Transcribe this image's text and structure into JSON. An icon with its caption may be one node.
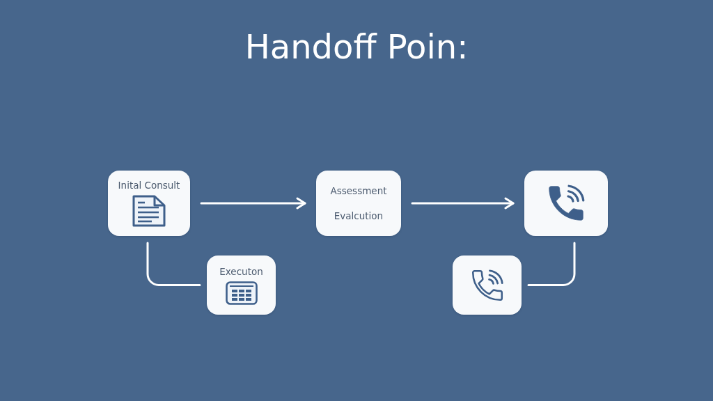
{
  "diagram": {
    "title": "Handoff Poin:",
    "nodes": [
      {
        "text": [
          "Inital Consult"
        ]
      },
      {
        "text": [
          "Assessment",
          "Evalcution"
        ]
      },
      {
        "text": [],
        "shape": "box"
      },
      {
        "text": [
          "Executon"
        ]
      },
      {
        "text": [],
        "shape": "box"
      }
    ],
    "edges": [
      {
        "from": 0,
        "to": 1,
        "arrow": "to"
      },
      {
        "from": 1,
        "to": 2,
        "arrow": "to"
      },
      {
        "from": 0,
        "to": 3,
        "arrow": "none"
      },
      {
        "from": 2,
        "to": 4,
        "arrow": "none"
      }
    ]
  }
}
